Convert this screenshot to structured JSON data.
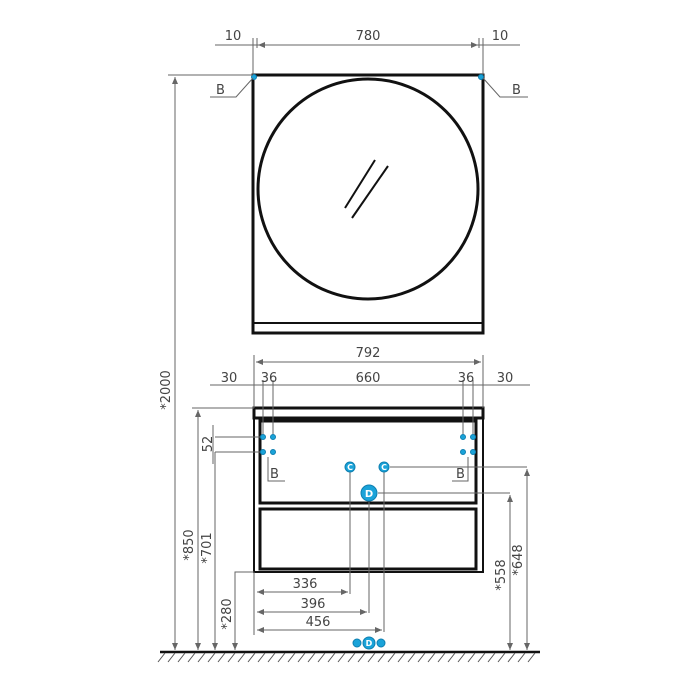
{
  "title": "Mirror and vanity cabinet dimension drawing",
  "colors": {
    "connection": "#1aa3d9",
    "line": "#111111",
    "dimension": "#666666"
  },
  "mirror": {
    "dim_left": "10",
    "dim_width": "780",
    "dim_right": "10",
    "label_left": "B",
    "label_right": "B",
    "total_height": "*2000"
  },
  "cabinet": {
    "width": "792",
    "segments": [
      "30",
      "36",
      "660",
      "36",
      "30"
    ],
    "mount_spacing": "52",
    "label_left": "B",
    "label_right": "B",
    "height": "*850",
    "mount_height": "*701",
    "bottom_height": "*280",
    "offsets": [
      "336",
      "396",
      "456"
    ],
    "drain_height": "*558",
    "supply_height": "*648",
    "cold_label": "C",
    "drain_label": "D",
    "hot_label": "C"
  }
}
